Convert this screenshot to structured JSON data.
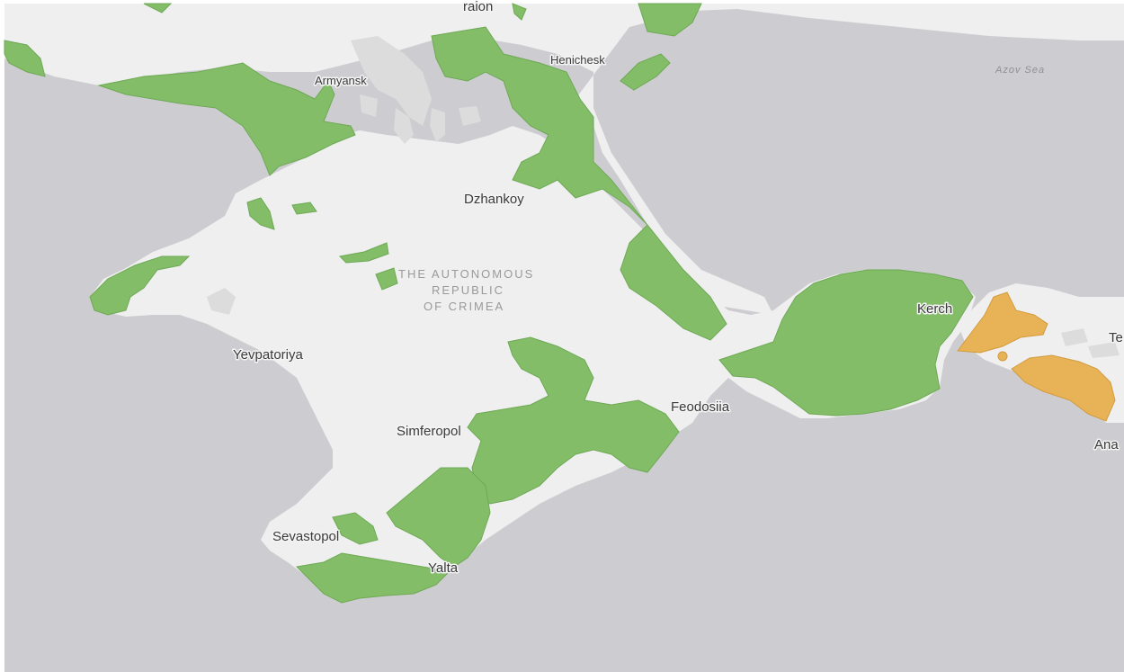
{
  "map": {
    "colors": {
      "sea": "#cdcdd1",
      "land": "#efefef",
      "land_detail": "#dcdcdc",
      "green_area": "#84bd68",
      "green_border": "#6ea955",
      "orange_area": "#e8b257",
      "orange_border": "#d39b3e"
    },
    "labels": {
      "raion": "raion",
      "henichesk": "Henichesk",
      "armyansk": "Armyansk",
      "azov_sea": "Azov Sea",
      "dzhankoy": "Dzhankoy",
      "region_line1": "THE AUTONOMOUS",
      "region_line2": "REPUBLIC",
      "region_line3": "OF CRIMEA",
      "kerch": "Kerch",
      "te": "Te",
      "yevpatoriya": "Yevpatoriya",
      "feodosiia": "Feodosiia",
      "simferopol": "Simferopol",
      "ana": "Ana",
      "sevastopol": "Sevastopol",
      "yalta": "Yalta"
    }
  }
}
